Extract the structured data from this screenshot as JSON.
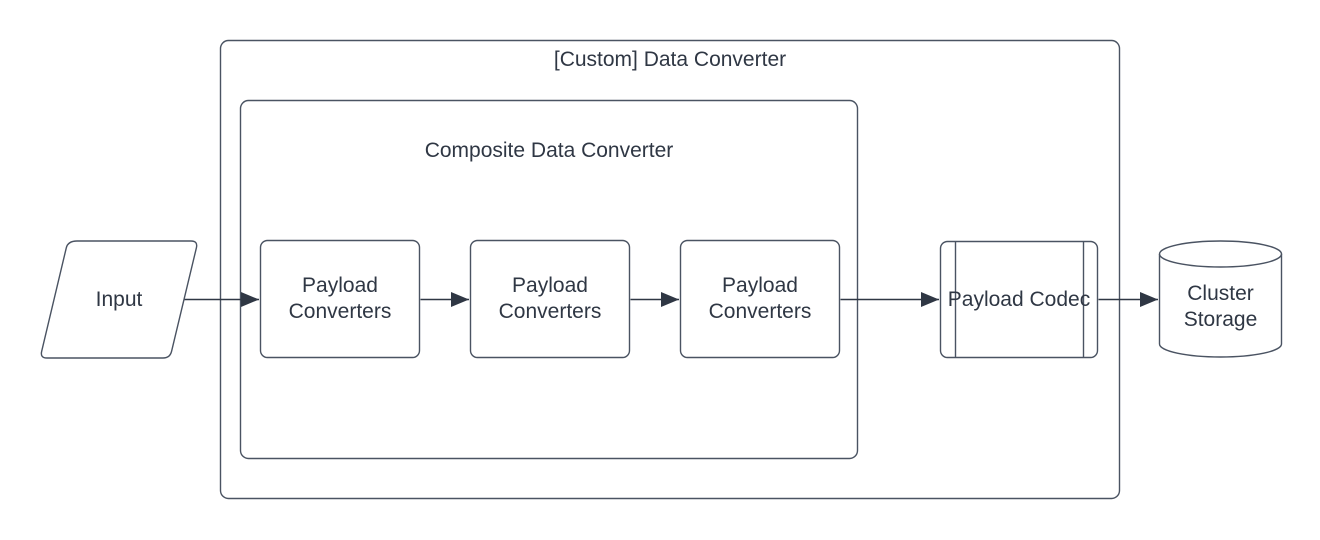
{
  "diagram": {
    "containers": [
      {
        "id": "custom-data-converter",
        "label": "[Custom] Data Converter"
      },
      {
        "id": "composite-data-converter",
        "label": "Composite Data Converter"
      }
    ],
    "nodes": [
      {
        "id": "input",
        "label": "Input",
        "shape": "parallelogram"
      },
      {
        "id": "payload-converters-1",
        "label": "Payload Converters",
        "shape": "rounded-rectangle"
      },
      {
        "id": "payload-converters-2",
        "label": "Payload Converters",
        "shape": "rounded-rectangle"
      },
      {
        "id": "payload-converters-3",
        "label": "Payload Converters",
        "shape": "rounded-rectangle"
      },
      {
        "id": "payload-codec",
        "label": "Payload Codec",
        "shape": "predefined-process"
      },
      {
        "id": "cluster-storage",
        "label": "Cluster Storage",
        "shape": "cylinder"
      }
    ],
    "edges": [
      {
        "from": "input",
        "to": "payload-converters-1"
      },
      {
        "from": "payload-converters-1",
        "to": "payload-converters-2"
      },
      {
        "from": "payload-converters-2",
        "to": "payload-converters-3"
      },
      {
        "from": "payload-converters-3",
        "to": "payload-codec"
      },
      {
        "from": "payload-codec",
        "to": "cluster-storage"
      }
    ],
    "colors": {
      "stroke": "#4a5362",
      "text": "#2f3744",
      "canvas": "#ffffff"
    }
  }
}
